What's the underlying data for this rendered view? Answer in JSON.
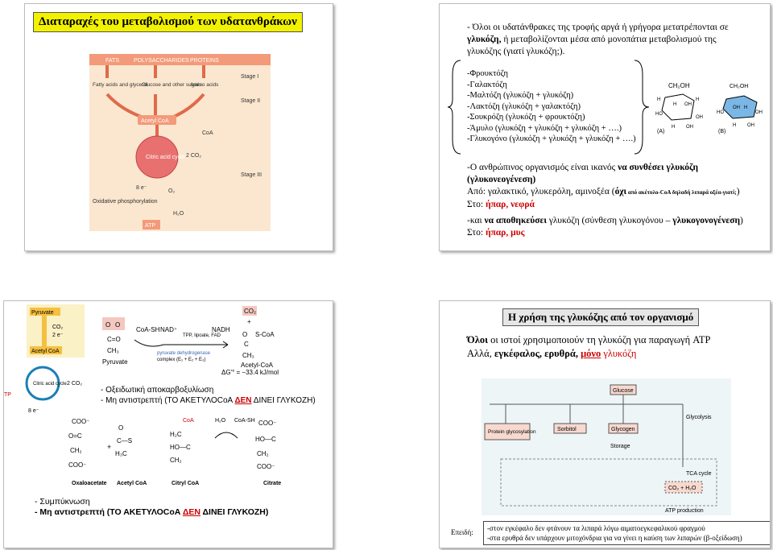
{
  "slide1": {
    "title": "Διαταραχές του μεταβολισμού των υδατανθράκων",
    "diagram": {
      "headers": [
        "FATS",
        "POLYSACCHARIDES",
        "PROTEINS"
      ],
      "stage1": "Stage I",
      "stage2": "Stage II",
      "stage3": "Stage III",
      "fatty_acids": "Fatty acids and glycerol",
      "glucose": "Glucose and other sugars",
      "amino": "Amino acids",
      "acetyl": "Acetyl CoA",
      "coa": "CoA",
      "cycle": "Citric acid cycle",
      "co2": "2 CO₂",
      "e": "8 e⁻",
      "o2": "O₂",
      "oxphos": "Oxidative phosphorylation",
      "h2o": "H₂O",
      "atp": "ATP"
    }
  },
  "slide2": {
    "line1": "- Όλοι οι υδατάνθρακες της τροφής αργά ή γρήγορα μετατρέπονται σε",
    "line2_bold1": "γλυκόζη,",
    "line2_rest": " ή μεταβολίζονται μέσα από μονοπάτια μεταβολισμού της",
    "line3": "γλυκόζης (γιατί γλυκόζη;).",
    "sugars": [
      "-Φρουκτόζη",
      "-Γαλακτόζη",
      "-Μαλτόζη (γλυκόζη + γλυκόζη)",
      "-Λακτόζη (γλυκόζη + γαλακτόζη)",
      "-Σουκρόζη (γλυκόζη + φρουκτόζη)",
      "-Άμυλο (γλυκόζη + γλυκόζη + γλυκόζη + ….)",
      "-Γλυκογόνο (γλυκόζη + γλυκόζη + γλυκόζη + ….)"
    ],
    "struct_a": "(A)",
    "struct_b": "(B)",
    "synth_pre": "-Ο ανθρώπινος οργανισμός είναι ικανός ",
    "synth_bold": "να συνθέσει γλυκόζη",
    "synth_paren": "(γλυκονεογένεση)",
    "from_pre": "Από: γαλακτικό, γλυκερόλη, αμινοξέα (",
    "from_ochi": "όχι",
    "from_small": " από ακέτυλο-CoA δηλαδή λιπαρά οξέα-γιατί;",
    "from_close": ")",
    "at_label": "Στο: ",
    "at_red": "ήπαρ, νεφρά",
    "store_pre": "-και ",
    "store_bold": "να αποθηκεύσει",
    "store_mid": " γλυκόζη (σύνθεση γλυκογόνου – ",
    "store_bold2": "γλυκογονογένεση",
    "store_close": ")",
    "at2_label": "Στο: ",
    "at2_red": "ήπαρ, μυς"
  },
  "slide3": {
    "pyruvate": "Pyruvate",
    "co2": "CO₂",
    "e2": "2 e⁻",
    "acetyl": "Acetyl CoA",
    "cycle": "Citric acid cycle",
    "co2b": "2 CO₂",
    "e8": "8 e⁻",
    "tp": "TP",
    "coash": "CoA-SH",
    "nad": "NAD⁺",
    "tpp": "TPP, lipoate, FAD",
    "nadh": "NADH",
    "enzyme1": "pyruvate dehydrogenase",
    "enzyme2": "complex (E₁ + E₂ + E₃)",
    "co2_top": "CO₂",
    "plus": "+",
    "scoa": "S-CoA",
    "ch3": "CH₃",
    "pyr_label": "Pyruvate",
    "acetylcoa_label": "Acetyl-CoA",
    "dg": "ΔG'° = −33.4 kJ/mol",
    "note1": "- Οξειδωτική αποκαρβοξυλίωση",
    "note2_pre": "- Μη αντιστρεπτή (ΤΟ ΑΚΕΤΥΛΟCoA ",
    "note2_red": "ΔΕΝ",
    "note2_post": " ΔΙΝΕΙ ΓΛΥΚΟΖΗ)",
    "oxalo": "Oxaloacetate",
    "acetylb": "Acetyl CoA",
    "citryl": "Citryl CoA",
    "citrate": "Citrate",
    "h2o": "H₂O",
    "coa_lbl": "CoA",
    "coash2": "CoA-SH",
    "cond1": "- Συμπύκνωση",
    "cond2_pre": "- Μη αντιστρεπτή (ΤΟ ΑΚΕΤΥΛΟCoA ",
    "cond2_red": "ΔΕΝ",
    "cond2_post": " ΔΙΝΕΙ ΓΛΥΚΟΖΗ)"
  },
  "slide4": {
    "title": "Η χρήση της γλυκόζης από τον οργανισμό",
    "l1_bold": "Όλοι",
    "l1_rest": " οι ιστοί χρησιμοποιούν τη γλυκόζη για παραγωγή ATP",
    "l2_pre": "Αλλά, ",
    "l2_bold": "εγκέφαλος, ερυθρά, ",
    "l2_link": "μόνο",
    "l2_red": " γλυκόζη",
    "diag": {
      "glucose": "Glucose",
      "protein": "Protein glycosylation",
      "sorbitol": "Sorbitol",
      "glycogen": "Glycogen",
      "glycolysis": "Glycolysis",
      "storage": "Storage",
      "tca": "TCA cycle",
      "co2h2o": "CO₂ + H₂O",
      "atp": "ATP production"
    },
    "because": "Επειδή:",
    "reason1": "-στον εγκέφαλο δεν φτάνουν τα λιπαρά λόγω αιματοεγκεφαλικού φραγμού",
    "reason2": "-στα ερυθρά δεν υπάρχουν μιτοχόνδρια για να γίνει η καύση των λιπαρών (β-οξείδωση)"
  }
}
